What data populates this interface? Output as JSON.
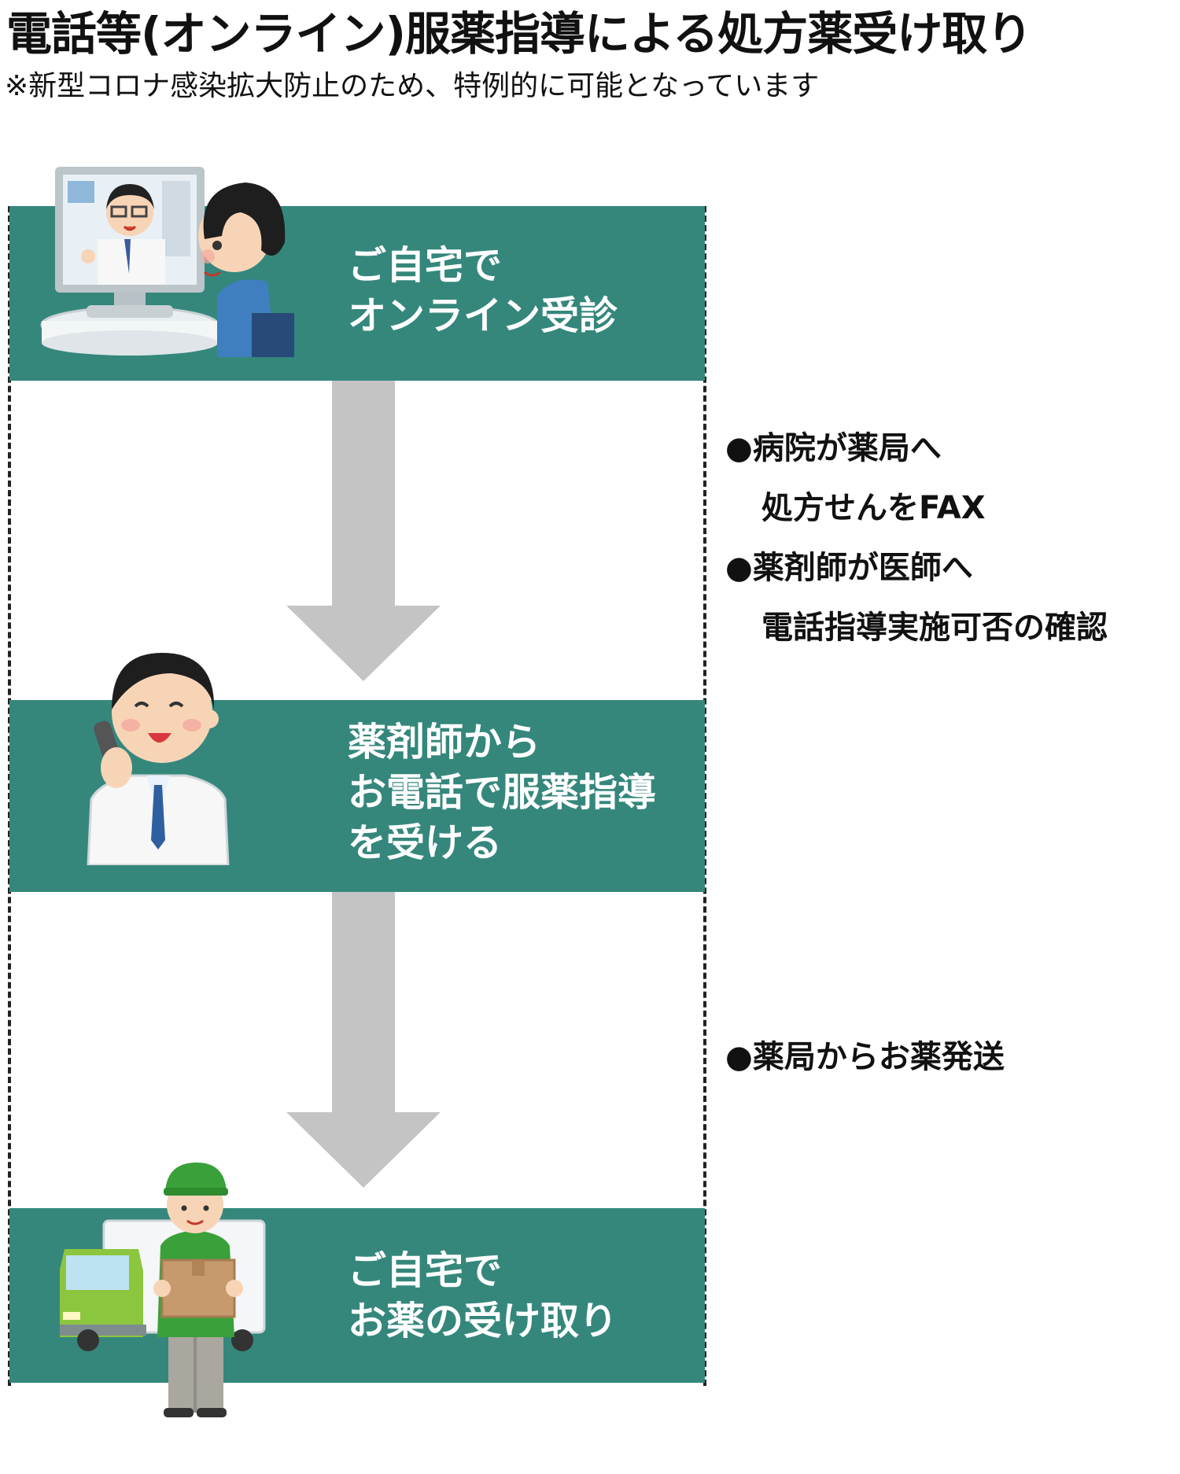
{
  "header": {
    "title": "電話等(オンライン)服薬指導による処方薬受け取り",
    "subtitle": "※新型コロナ感染拡大防止のため、特例的に可能となっています"
  },
  "steps": [
    {
      "lines": [
        "ご自宅で",
        "オンライン受診"
      ],
      "illustration": "doctor-video-call-illustration"
    },
    {
      "lines": [
        "薬剤師から",
        "お電話で服薬指導",
        "を受ける"
      ],
      "illustration": "pharmacist-phone-illustration"
    },
    {
      "lines": [
        "ご自宅で",
        "お薬の受け取り"
      ],
      "illustration": "delivery-driver-truck-illustration"
    }
  ],
  "notes": [
    {
      "lines": [
        "●病院が薬局へ",
        "処方せんをFAX",
        "●薬剤師が医師へ",
        "電話指導実施可否の確認"
      ]
    },
    {
      "lines": [
        "●薬局からお薬発送"
      ]
    }
  ],
  "colors": {
    "step_background": "#35877c",
    "arrow": "#c4c4c4",
    "uniform_green": "#3aa03a"
  },
  "icons": [
    "down-arrow-icon"
  ]
}
